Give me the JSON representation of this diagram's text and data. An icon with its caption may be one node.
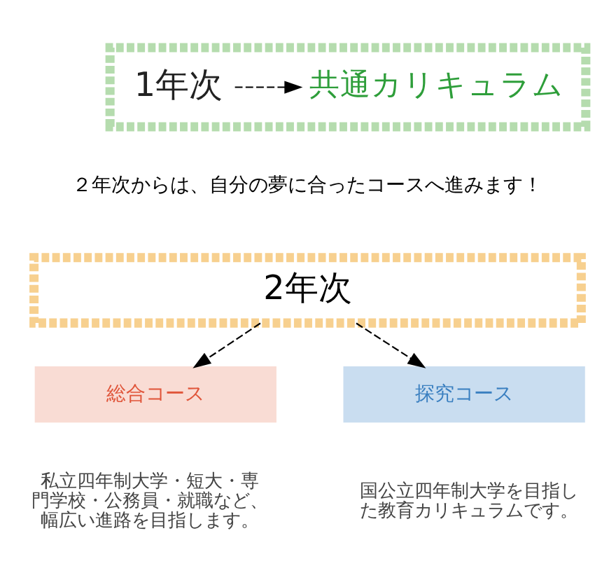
{
  "diagram": {
    "nodes": [
      {
        "text": [],
        "shape": "box"
      },
      {
        "text": [
          "1年次"
        ],
        "in": 0
      },
      {
        "text": [
          "共通カリキュラム"
        ],
        "in": 0
      },
      {
        "text": [
          "2年次"
        ]
      },
      {
        "text": [
          "総合コース"
        ],
        "beside": [
          "私立四年制大学・短大・専門学校・公務員・就職など、幅広い進路を目指します。"
        ]
      },
      {
        "text": [
          "探究コース"
        ],
        "beside": [
          "国公立四年制大学を目指した教育カリキュラムです。"
        ]
      }
    ],
    "edges": [
      {
        "from": 1,
        "to": 2,
        "arrow": "to",
        "style": "dashed"
      },
      {
        "from": 3,
        "to": 4,
        "arrow": "to",
        "style": "dashed"
      },
      {
        "from": 3,
        "to": 5,
        "arrow": "to",
        "style": "dashed"
      }
    ],
    "labels": [
      "２年次からは、自分の夢に合ったコースへ進みます！"
    ]
  }
}
